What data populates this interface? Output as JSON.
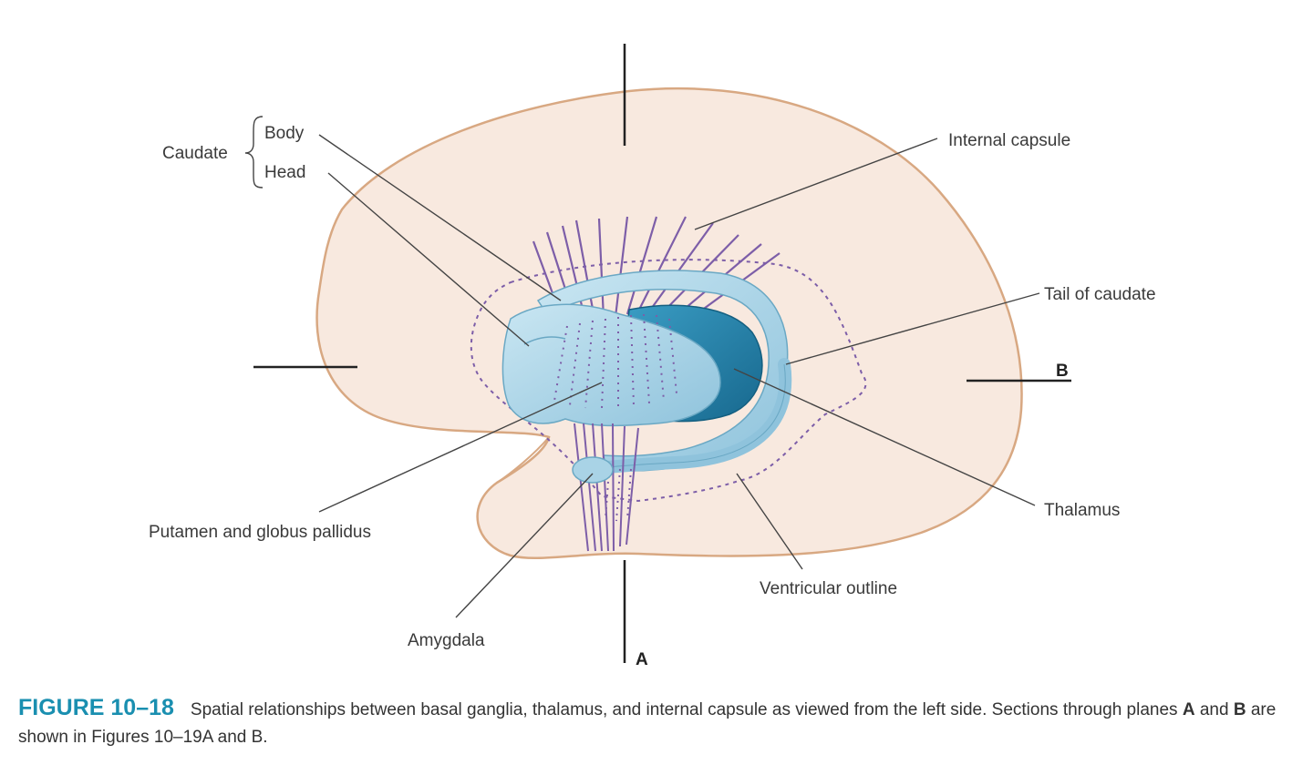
{
  "labels": {
    "caudate": "Caudate",
    "body": "Body",
    "head": "Head",
    "internal_capsule": "Internal capsule",
    "tail_of_caudate": "Tail of caudate",
    "thalamus": "Thalamus",
    "putamen_globus": "Putamen and globus pallidus",
    "amygdala": "Amygdala",
    "ventricular_outline": "Ventricular outline",
    "plane_a": "A",
    "plane_b": "B"
  },
  "caption": {
    "figure_number": "FIGURE 10–18",
    "text_1": "Spatial relationships between basal ganglia, thalamus, and internal capsule as viewed from the left side. Sections through planes ",
    "a": "A",
    "and": " and ",
    "b": "B",
    "text_2": " are shown in Figures 10–19A and B."
  },
  "colors": {
    "brain_fill": "#f8e9df",
    "brain_stroke": "#d8a882",
    "caudate_light": "#a9d3e6",
    "thalamus_dark": "#1f7fa6",
    "fiber": "#7d5ea8",
    "caption_accent": "#1a8fb0"
  }
}
